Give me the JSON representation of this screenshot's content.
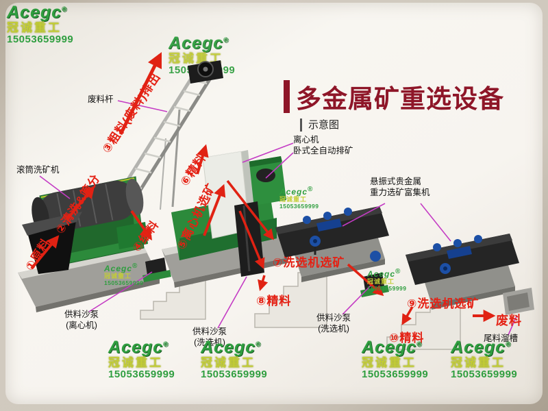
{
  "title": {
    "main": "多金属矿重选设备",
    "subtitle": "示意图"
  },
  "flow_steps": {
    "s1": "①原料",
    "s2": "②清洗&筛分",
    "s3": "③粗料(废料)排出",
    "s4": "④细料",
    "s5": "⑤离心机选矿",
    "s6": "⑥精料",
    "s7": "⑦洗选机选矿",
    "s8": "⑧精料",
    "s9": "⑨洗选机选矿",
    "s10": "⑩精料",
    "waste": "废料"
  },
  "machine_labels": {
    "waste_rod": "废料杆",
    "drum_washer": "滚筒洗矿机",
    "centrifuge_line1": "离心机",
    "centrifuge_line2": "卧式全自动排矿",
    "table_line1": "悬振式贵金属",
    "table_line2": "重力选矿富集机",
    "pump_centrifuge_line1": "供料沙泵",
    "pump_centrifuge_line2": "(离心机)",
    "pump_washer1_line1": "供料沙泵",
    "pump_washer1_line2": "(洗选机)",
    "pump_washer2_line1": "供料沙泵",
    "pump_washer2_line2": "(洗选机)",
    "tail_chute": "尾料溜槽"
  },
  "watermark": {
    "brand": "Acegc",
    "reg": "®",
    "company": "冠诚重工",
    "phone": "15053659999"
  },
  "colors": {
    "title_red": "#8e1628",
    "flow_red": "#e42114",
    "connector_magenta": "#c43bc4",
    "brand_green": "#2f9e3f",
    "company_yellow": "#c3cd36",
    "machine_green": "#2c8a3b"
  }
}
